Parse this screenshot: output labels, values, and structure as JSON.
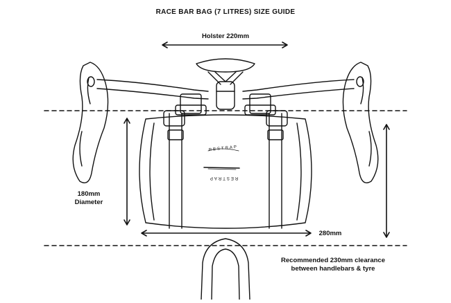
{
  "title": "RACE BAR BAG (7 LITRES) SIZE GUIDE",
  "holster_label": "Holster 220mm",
  "diameter_label_line1": "180mm",
  "diameter_label_line2": "Diameter",
  "width_label": "280mm",
  "clearance_label_line1": "Recommended 230mm clearance",
  "clearance_label_line2": "between handlebars & tyre",
  "logo_text": "RESTRAP",
  "colors": {
    "line": "#111111",
    "background": "#ffffff"
  }
}
